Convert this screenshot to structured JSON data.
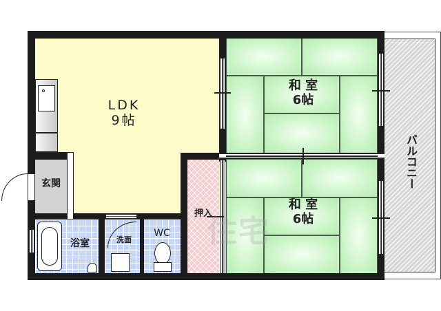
{
  "floorplan": {
    "rooms": {
      "ldk": {
        "name": "LDK",
        "size": "9帖",
        "color": "#fdfdc9"
      },
      "washitsu_1": {
        "name": "和 室",
        "size": "6帖",
        "color": "#c9f5c6"
      },
      "washitsu_2": {
        "name": "和 室",
        "size": "6帖",
        "color": "#c9f5c6"
      },
      "genkan": {
        "name": "玄関",
        "color": "#d3d3d3"
      },
      "bathroom": {
        "name": "浴室",
        "color": "#c6d6f8"
      },
      "washroom": {
        "name": "洗面",
        "color": "#c6d6f8"
      },
      "toilet": {
        "name": "WC",
        "color": "#c6d6f8"
      },
      "closet": {
        "name": "押入",
        "color": "#f4cfd2"
      },
      "balcony": {
        "name": "バルコニー",
        "color": "#d6d6d6"
      }
    },
    "wall_color": "#1c1c1c",
    "watermark": "住宅"
  }
}
